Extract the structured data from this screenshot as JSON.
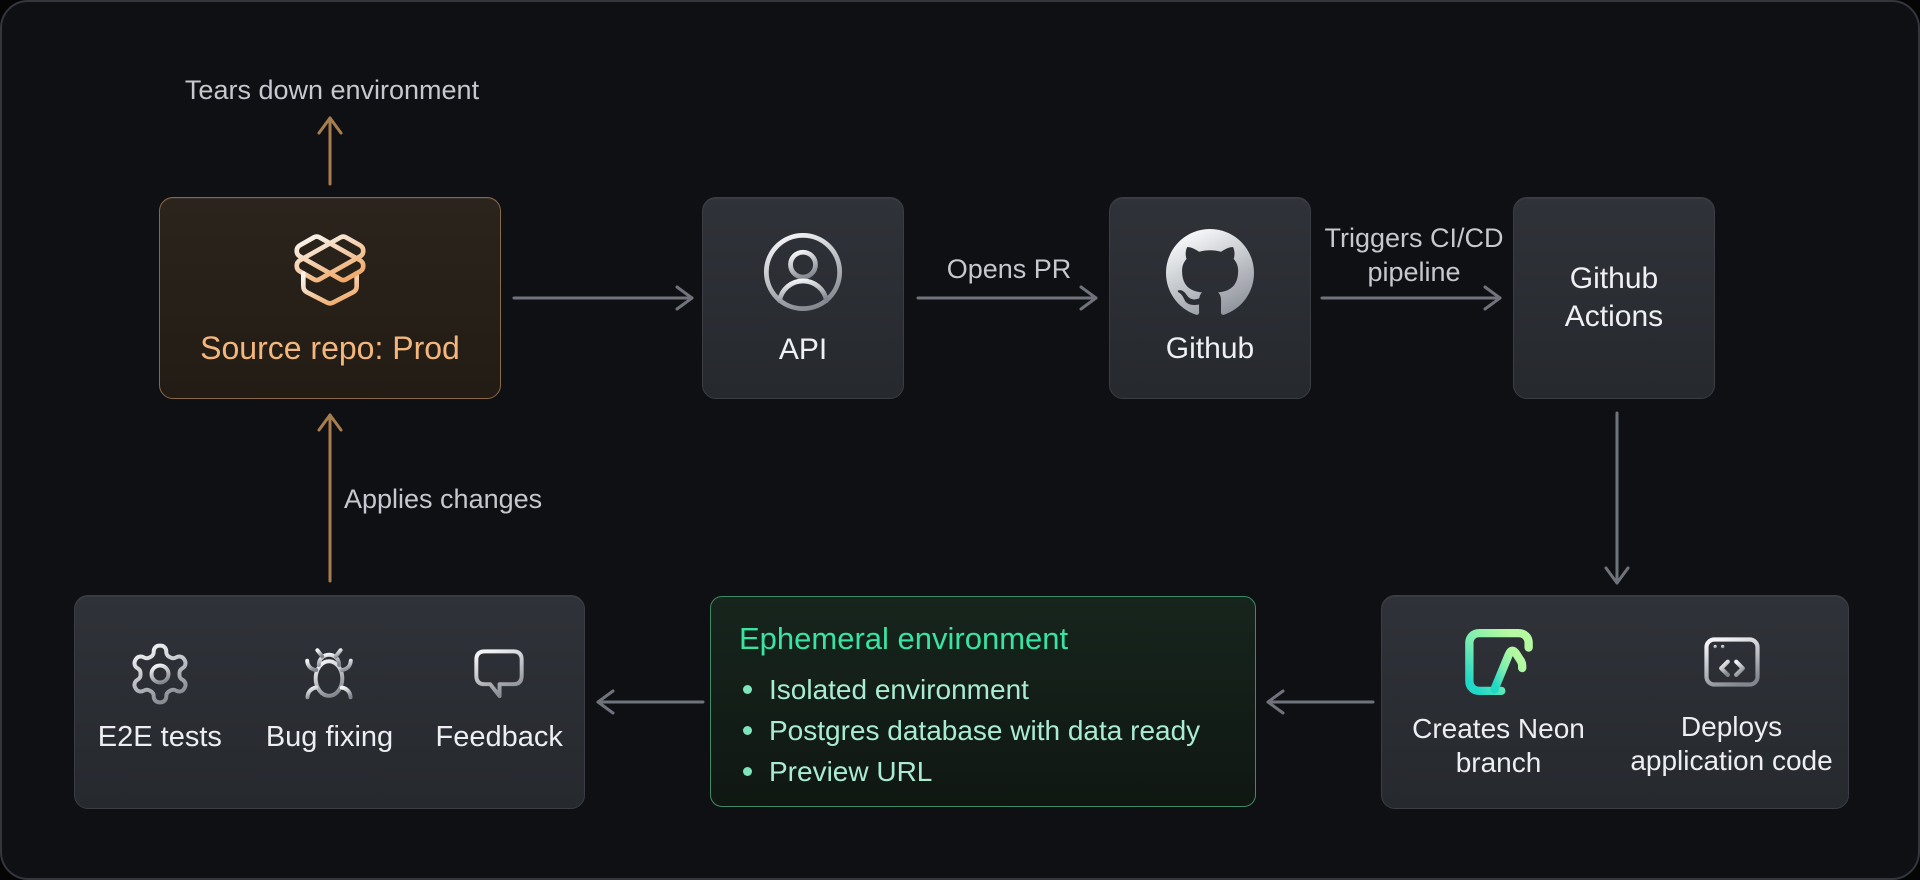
{
  "colors": {
    "background": "#0f1013",
    "node_fill": "#2b2e33",
    "accent_orange": "#a87d50",
    "accent_orange_text": "#f3b67d",
    "accent_green_border": "#3e8b66",
    "accent_green_title": "#39e3a2",
    "accent_green_text": "#aaecd2",
    "neon_teal": "#1fd8c5",
    "neon_green": "#b5f9a0",
    "arrow_gray": "#6f737b",
    "label_gray": "#c5c8ce"
  },
  "edge_labels": {
    "tears_down": "Tears down environment",
    "opens_pr": "Opens PR",
    "triggers_cicd": "Triggers CI/CD pipeline",
    "applies_changes": "Applies changes"
  },
  "nodes": {
    "source_repo": {
      "label": "Source repo: Prod",
      "icon": "open-package-icon"
    },
    "api": {
      "label": "API",
      "icon": "user-circle-icon"
    },
    "github": {
      "label": "Github",
      "icon": "github-octocat-icon"
    },
    "github_actions": {
      "label": "Github Actions"
    },
    "ci_outputs": {
      "items": [
        {
          "label": "Creates Neon branch",
          "icon": "neon-logo-icon"
        },
        {
          "label": "Deploys application code",
          "icon": "browser-code-icon"
        }
      ]
    },
    "ephemeral_environment": {
      "title": "Ephemeral environment",
      "bullets": [
        "Isolated environment",
        "Postgres database with data ready",
        "Preview URL"
      ]
    },
    "validation": {
      "items": [
        {
          "label": "E2E tests",
          "icon": "gear-icon"
        },
        {
          "label": "Bug fixing",
          "icon": "bug-icon"
        },
        {
          "label": "Feedback",
          "icon": "speech-bubble-icon"
        }
      ]
    }
  }
}
